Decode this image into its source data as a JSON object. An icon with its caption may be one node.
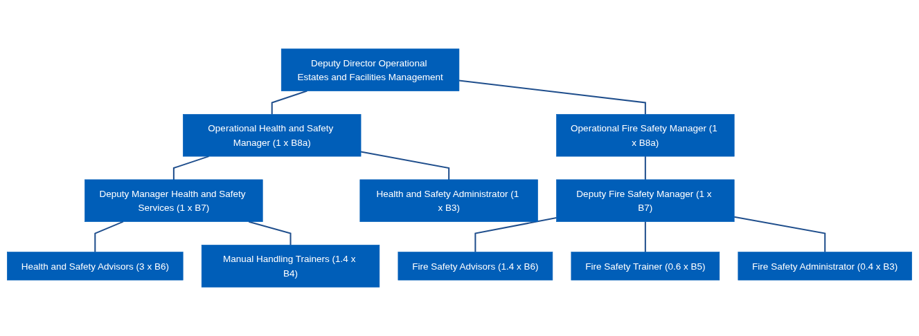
{
  "diagram": {
    "nodes": [
      {
        "text": [
          "Deputy Director Operational Estates and Facilities Management"
        ]
      },
      {
        "text": [
          "Operational Health and Safety Manager (1 x B8a)"
        ]
      },
      {
        "text": [
          "Operational Fire Safety Manager (1 x B8a)"
        ]
      },
      {
        "text": [
          "Deputy Manager Health and Safety Services (1 x B7)"
        ]
      },
      {
        "text": [
          "Health and Safety Administrator (1 x B3)"
        ]
      },
      {
        "text": [
          "Deputy Fire Safety Manager (1 x B7)"
        ]
      },
      {
        "text": [
          "Health and Safety Advisors (3 x B6)"
        ]
      },
      {
        "text": [
          "Manual Handling Trainers (1.4 x B4)"
        ]
      },
      {
        "text": [
          "Fire Safety Advisors (1.4 x B6)"
        ]
      },
      {
        "text": [
          "Fire Safety Trainer (0.6 x B5)"
        ]
      },
      {
        "text": [
          "Fire Safety Administrator (0.4 x B3)"
        ]
      }
    ],
    "edges": [
      {
        "from": 0,
        "to": 1,
        "arrow": "none"
      },
      {
        "from": 0,
        "to": 2,
        "arrow": "none"
      },
      {
        "from": 1,
        "to": 3,
        "arrow": "none"
      },
      {
        "from": 1,
        "to": 4,
        "arrow": "none"
      },
      {
        "from": 2,
        "to": 5,
        "arrow": "none"
      },
      {
        "from": 3,
        "to": 6,
        "arrow": "none"
      },
      {
        "from": 3,
        "to": 7,
        "arrow": "none"
      },
      {
        "from": 5,
        "to": 8,
        "arrow": "none"
      },
      {
        "from": 5,
        "to": 9,
        "arrow": "none"
      },
      {
        "from": 5,
        "to": 10,
        "arrow": "none"
      }
    ]
  }
}
